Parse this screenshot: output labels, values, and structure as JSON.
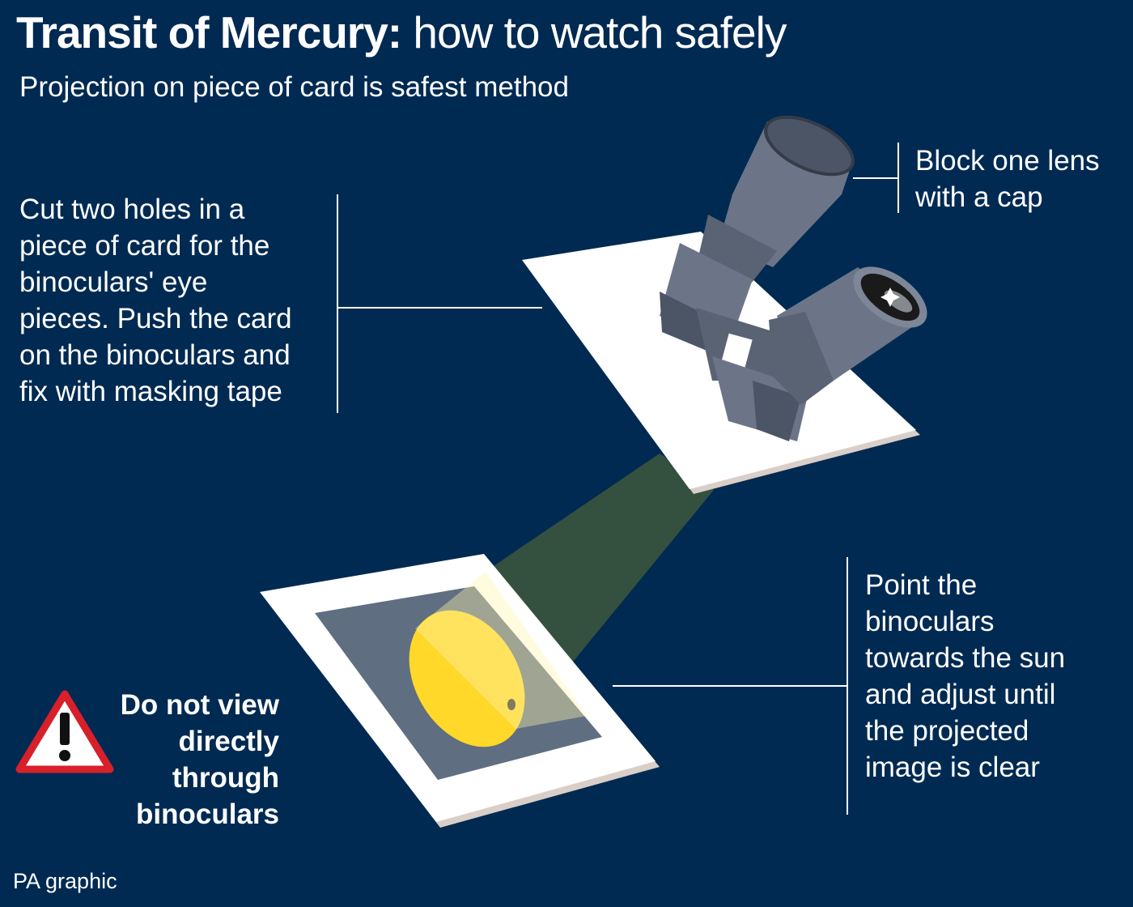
{
  "header": {
    "title_bold": "Transit of Mercury:",
    "title_light": "how to watch safely",
    "subtitle": "Projection on piece of card is safest method"
  },
  "labels": {
    "block_lens": [
      "Block one lens",
      "with a cap"
    ],
    "cut_holes": [
      "Cut two holes in a",
      "piece of card for the",
      "binoculars' eye",
      "pieces. Push the card",
      "on the binoculars and",
      "fix with masking tape"
    ],
    "point_binoculars": [
      "Point the",
      "binoculars",
      "towards the sun",
      "and adjust until",
      "the projected",
      "image is clear"
    ],
    "warning": [
      "Do not view",
      "directly",
      "through",
      "binoculars"
    ]
  },
  "credit": "PA graphic",
  "icons": {
    "warning": "warning-triangle-icon",
    "binoculars": "binoculars-icon"
  },
  "colors": {
    "background": "#002a52",
    "text": "#ffffff",
    "card": "#ffffff",
    "screen": "#5f6e80",
    "sun_image": "#ffd829",
    "beam": "#34503f",
    "binoculars": "#6b7587",
    "warning_red": "#d8202a"
  }
}
